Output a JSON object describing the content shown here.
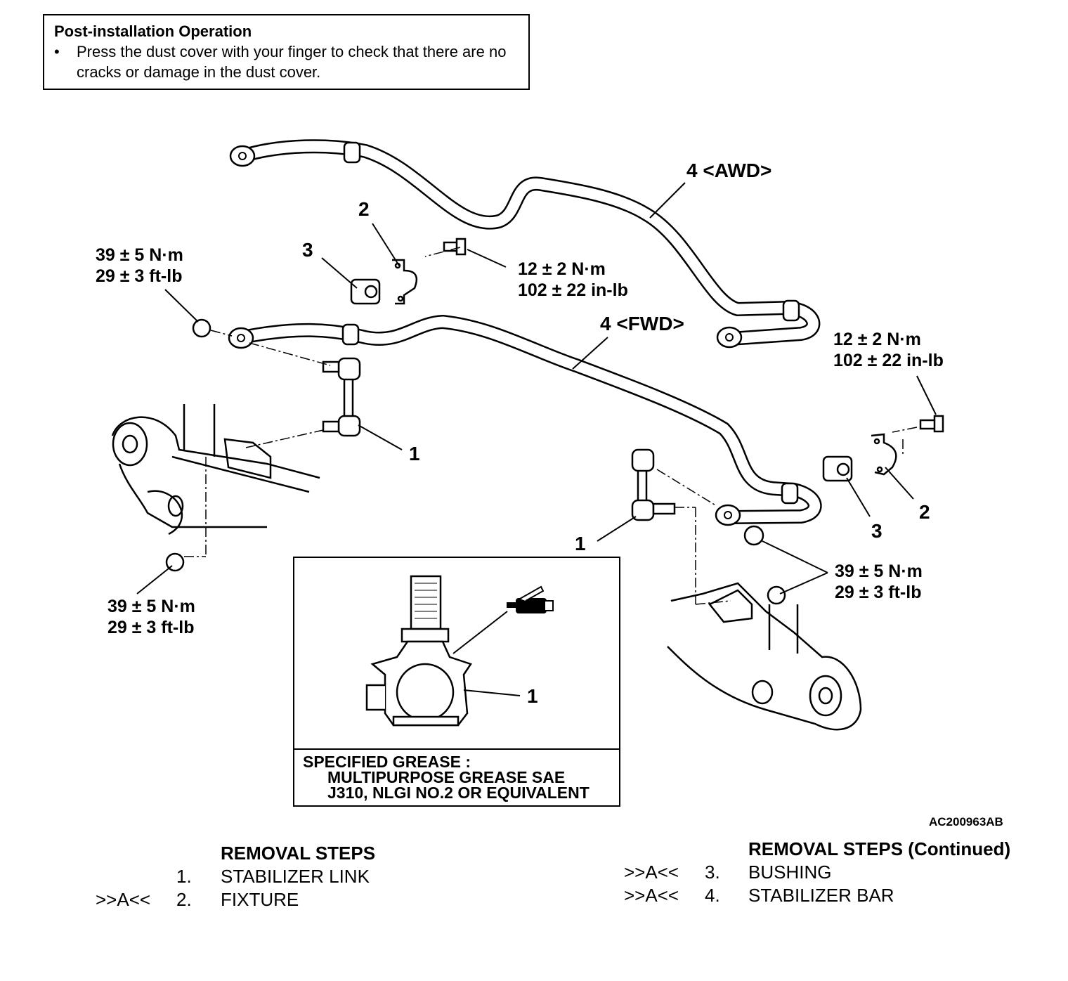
{
  "note": {
    "title": "Post-installation Operation",
    "bullet": "•",
    "text": "Press the dust cover with your finger to check that there are no cracks or damage in the dust cover."
  },
  "callouts": {
    "awd_bar": "4 <AWD>",
    "fwd_bar": "4 <FWD>",
    "fixture_left": "2",
    "bushing_left": "3",
    "link_left": "1",
    "link_right": "1",
    "bushing_right": "3",
    "fixture_right": "2",
    "grease_part": "1"
  },
  "torques": {
    "upper_left": [
      "39 ± 5 N·m",
      "29 ± 3 ft-lb"
    ],
    "lower_left": [
      "39 ± 5 N·m",
      "29 ± 3 ft-lb"
    ],
    "fixture_center": [
      "12 ± 2 N·m",
      "102 ± 22 in-lb"
    ],
    "fixture_right": [
      "12 ± 2 N·m",
      "102 ± 22 in-lb"
    ],
    "lower_right": [
      "39 ± 5 N·m",
      "29 ± 3 ft-lb"
    ]
  },
  "grease_box": {
    "lines": [
      "SPECIFIED GREASE :",
      "MULTIPURPOSE GREASE SAE",
      "J310, NLGI NO.2 OR EQUIVALENT"
    ],
    "icon": "grease-gun-icon"
  },
  "figure_code": "AC200963AB",
  "removal_steps": {
    "title": "REMOVAL STEPS",
    "items": [
      {
        "mark": "",
        "num": "1.",
        "label": "STABILIZER LINK"
      },
      {
        "mark": ">>A<<",
        "num": "2.",
        "label": "FIXTURE"
      }
    ]
  },
  "removal_steps_continued": {
    "title": "REMOVAL STEPS (Continued)",
    "items": [
      {
        "mark": ">>A<<",
        "num": "3.",
        "label": "BUSHING"
      },
      {
        "mark": ">>A<<",
        "num": "4.",
        "label": "STABILIZER BAR"
      }
    ]
  }
}
